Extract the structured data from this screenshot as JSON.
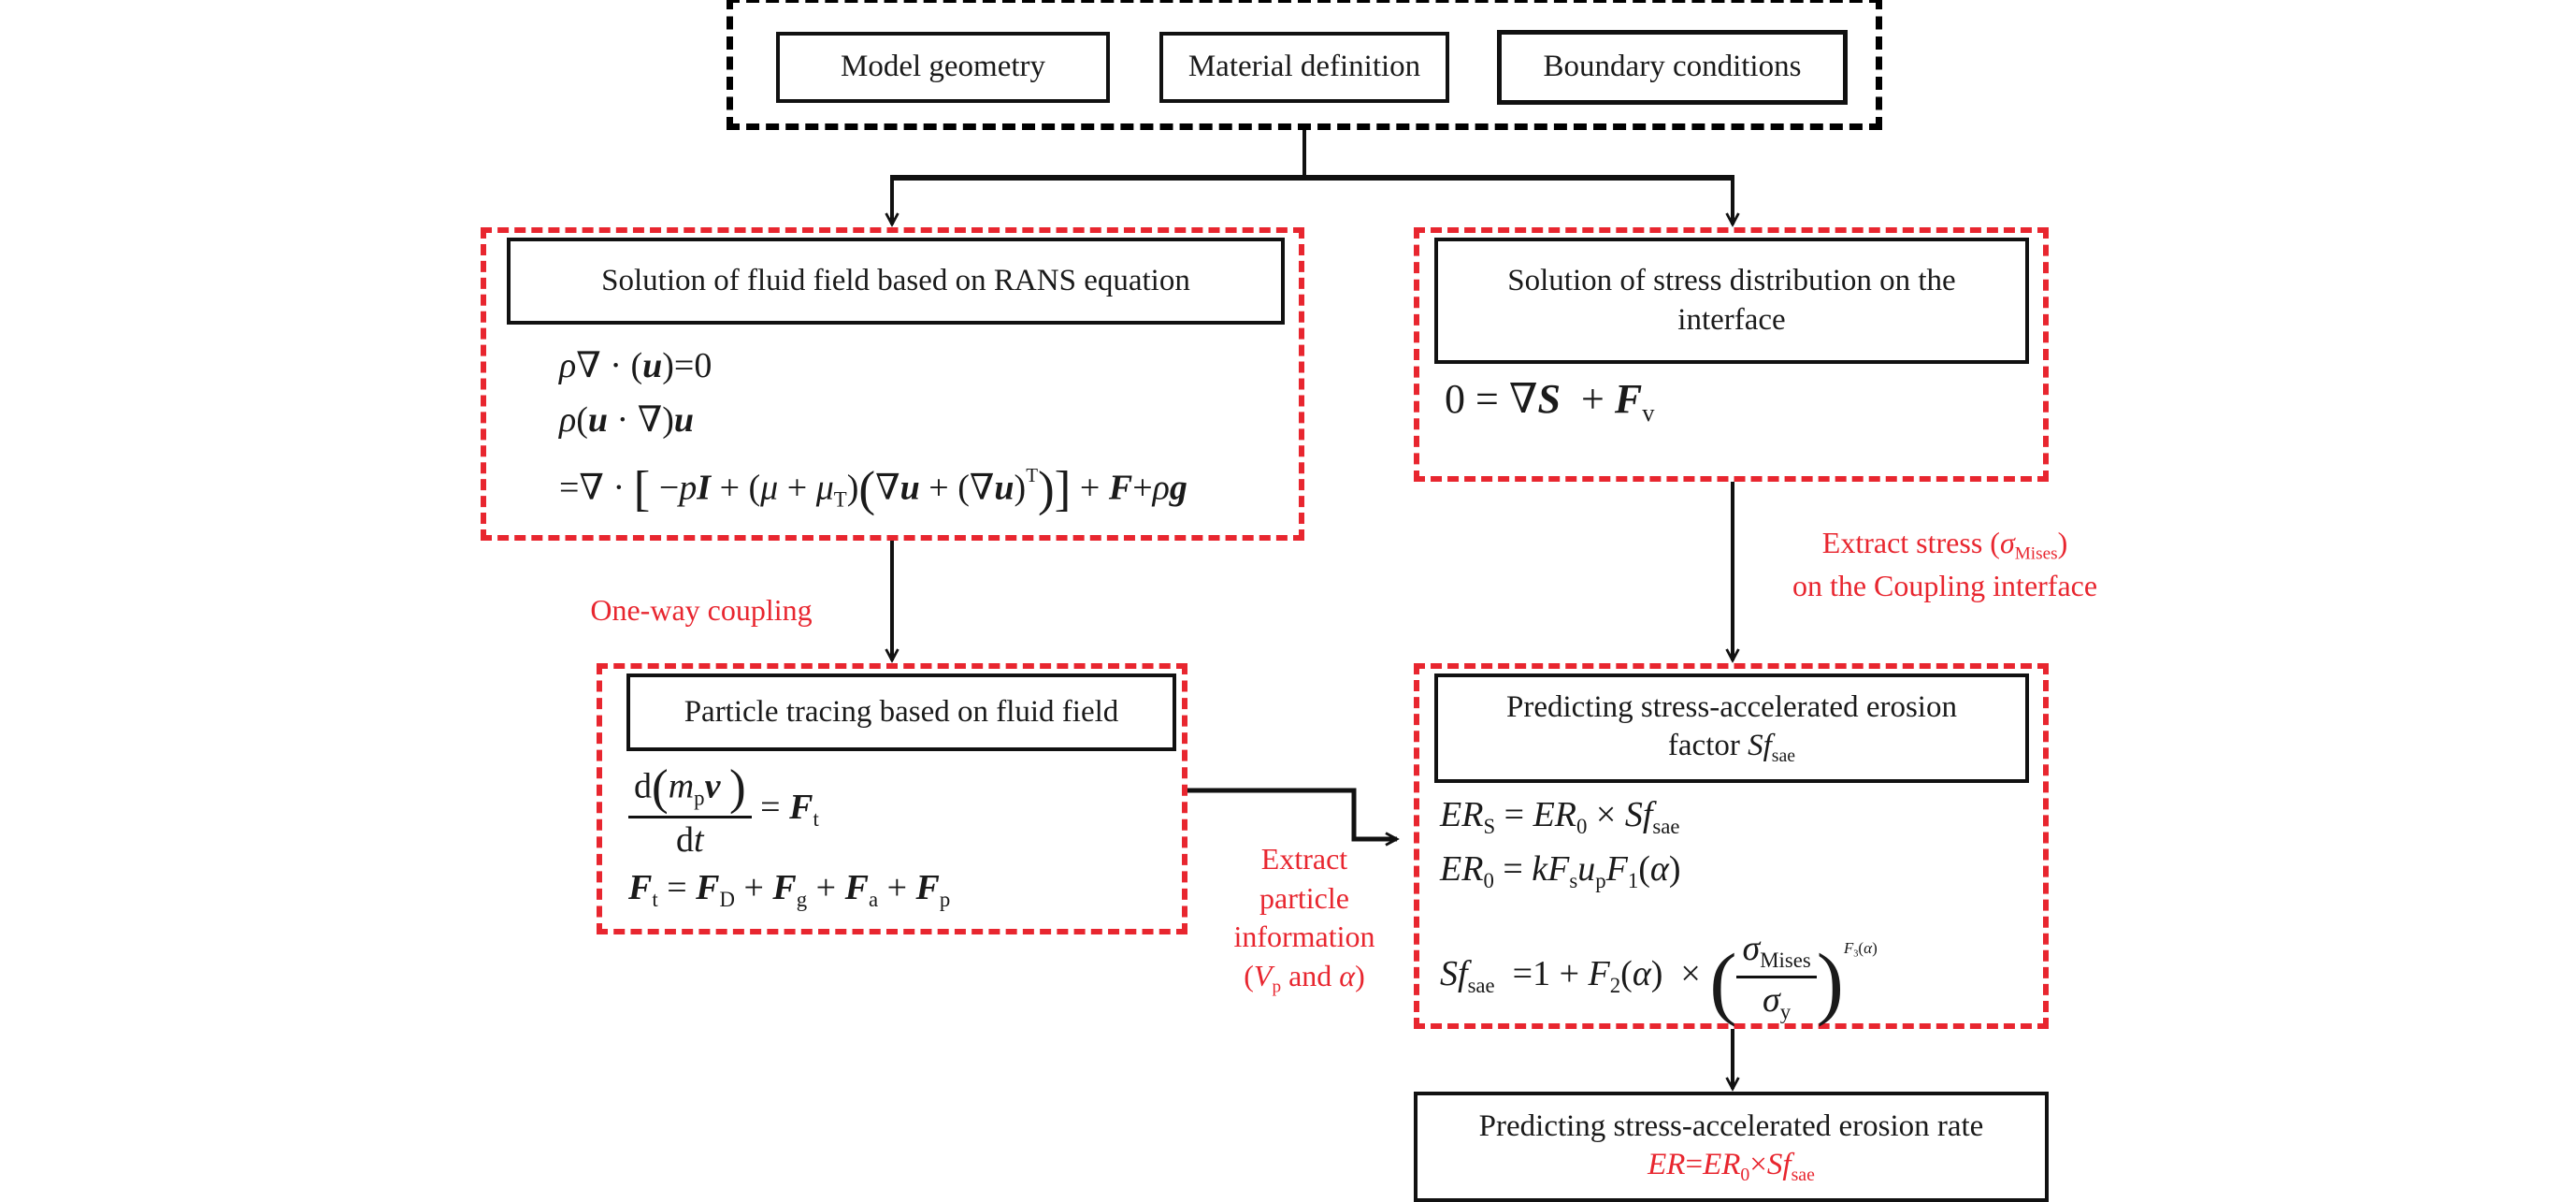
{
  "inputs": {
    "items": [
      {
        "label": "Model geometry"
      },
      {
        "label": "Material definition"
      },
      {
        "label": "Boundary conditions"
      }
    ]
  },
  "fluid": {
    "title": "Solution of fluid field based on  RANS equation",
    "eq1": "ρ∇ · (u)=0",
    "eq2": "ρ(u · ∇)u",
    "eq3": "=∇ · [−pI + (μ + μT)(∇u + (∇u)T)] + F+ρg"
  },
  "stress": {
    "title": "Solution of stress distribution on the interface",
    "eq": "0 = ∇S + Fv"
  },
  "particle": {
    "title": "Particle tracing based on fluid field",
    "eq1": "d(mp v)/dt = Ft",
    "eq2": "Ft = FD + Fg + Fa + Fp"
  },
  "factor": {
    "title_line1": "Predicting  stress-accelerated erosion",
    "title_line2": "factor Sfsae",
    "eq1": "ERS = ER0 × Sfsae",
    "eq2": "ER0 = kFs up F1(α)",
    "eq3": "Sfsae = 1 + F2(α) × (σMises/σy)^F3(α)"
  },
  "result": {
    "title": "Predicting stress-accelerated erosion rate",
    "formula": "ER=ER0×Sfsae"
  },
  "labels": {
    "one_way": "One-way coupling",
    "extract_stress_line1": "Extract stress (σMises)",
    "extract_stress_line2": "on the Coupling interface",
    "extract_particle": [
      "Extract",
      "particle",
      "information",
      "(Vp and α)"
    ]
  },
  "colors": {
    "accent_red": "#e8262f",
    "line_black": "#111111"
  }
}
